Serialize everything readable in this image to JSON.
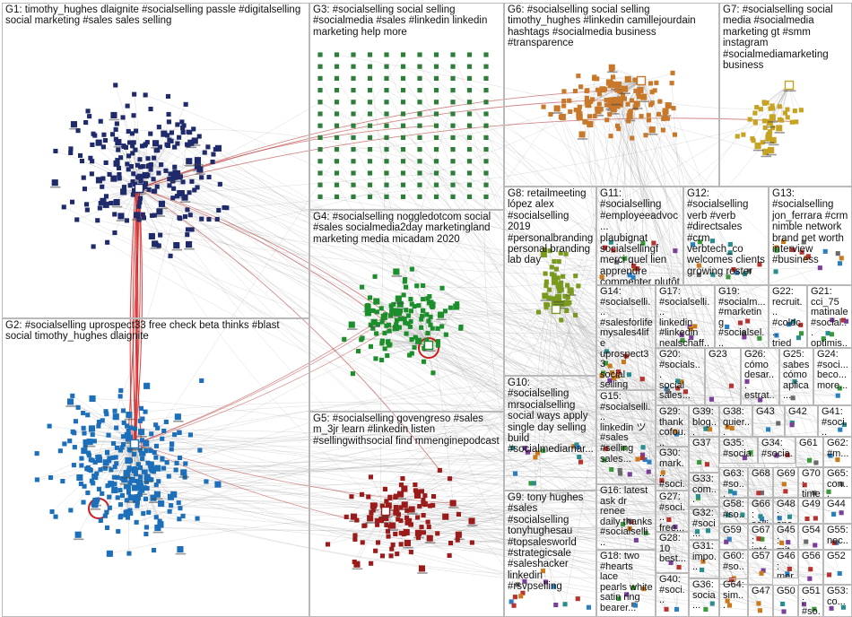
{
  "graph": {
    "node_count": 0,
    "groups": [
      {
        "id": "G1",
        "label": "G1: timothy_hughes dlaignite #socialselling passle #digitalselling\nsocial marketing #sales sales selling",
        "color": "#1f2a6b"
      },
      {
        "id": "G2",
        "label": "G2: #socialselling uprospect33 free check beta thinks #blast\nsocial timothy_hughes dlaignite",
        "color": "#1c6fb8"
      },
      {
        "id": "G3",
        "label": "G3: #socialselling social selling\n#socialmedia #sales #linkedin linkedin\nmarketing help more",
        "color": "#2f7d3a"
      },
      {
        "id": "G4",
        "label": "G4: #socialselling noggledotcom social\n#sales socialmedia2day marketingland\nmarketing media micadam 2020",
        "color": "#1c8f2c"
      },
      {
        "id": "G5",
        "label": "G5: #socialselling govengreso #sales\nm_3jr learn #linkedin listen\n#sellingwithsocial find mmenginepodcast",
        "color": "#9b1b1b"
      },
      {
        "id": "G6",
        "label": "G6: #socialselling social selling\ntimothy_hughes #linkedin camillejourdain\nhashtags #socialmedia business\n#transparence",
        "color": "#c8782a"
      },
      {
        "id": "G7",
        "label": "G7: #socialselling social\nmedia #socialmedia\nmarketing gt #smm\ninstagram\n#socialmediamarketing\nbusiness",
        "color": "#c7a322"
      },
      {
        "id": "G8",
        "label": "G8: retailmeeting\nlópez alex\n#socialselling 2019\n#personalbranding\npersonal branding\nlab day",
        "color": "#7a9a1f"
      },
      {
        "id": "G9",
        "label": "G9: tony hughes\n#sales\n#socialselling\ntonyhughesau\n#topsalesworld\n#strategicsale\n#saleshacker\nlinkedin\n#rsvpselling",
        "color": "#8a2b2b"
      },
      {
        "id": "G10",
        "label": "G10: #socialselling\nmrsocialselling\nsocial ways apply\nsingle day selling\nbuild\n#socialmediamar...",
        "color": "#555555"
      },
      {
        "id": "G11",
        "label": "G11:\n#socialselling\n#employeeadvoc...\nplaubignat\nsocialsellingf\nmerci quel lien\napprendre\ncommenter plutôt",
        "color": "#7a3f99"
      },
      {
        "id": "G12",
        "label": "G12:\n#socialselling\nverb #verb\n#directsales #crm\nverbtech_co\nwelcomes clients\ngrowing roster",
        "color": "#666666"
      },
      {
        "id": "G13",
        "label": "G13:\n#socialselling\njon_ferrara #crm\nnimble network\nbrand net worth\ninterview\n#business",
        "color": "#666666"
      },
      {
        "id": "G14",
        "label": "G14:\n#socialselli...\n#salesforlife\nmysales4life\nuprospect33\nsocial selling\ncompany\n#sales...",
        "color": "#666666"
      },
      {
        "id": "G15",
        "label": "G15:\n#socialselli...\nlinkedin ツ\n#sales\n#selling\nsales...",
        "color": "#666666"
      },
      {
        "id": "G16",
        "label": "G16: latest\nask dr renee\ndaily thanks\n#socialselli...\n#digitalselli...",
        "color": "#666666"
      },
      {
        "id": "G17",
        "label": "G17:\n#socialselli...\nlinkedin\n#linkedin\nnealschaff...",
        "color": "#666666"
      },
      {
        "id": "G18",
        "label": "G18: two\n#hearts lace\npearls white\nsatin ring\nbearer...",
        "color": "#666666"
      },
      {
        "id": "G19",
        "label": "G19:\n#socialm...\n#marketing\n#socialsel...\nbuyers...",
        "color": "#666666"
      },
      {
        "id": "G20",
        "label": "G20:\n#socials...\nsocial\nsales...",
        "color": "#666666"
      },
      {
        "id": "G21",
        "label": "G21:\ncci_75\nmatinale\n#social...\noptimis...",
        "color": "#666666"
      },
      {
        "id": "G22",
        "label": "G22:\nrecruit...\n#coldc...\ntried\ntested...",
        "color": "#666666"
      },
      {
        "id": "G23",
        "label": "G23",
        "color": "#666666"
      },
      {
        "id": "G24",
        "label": "G24:\n#soci...\nbeco...\nmore...",
        "color": "#666666"
      },
      {
        "id": "G25",
        "label": "G25:\nsabes\ncómo\naplica...",
        "color": "#666666"
      },
      {
        "id": "G26",
        "label": "G26:\ncómo\ndesar...\nestrat...",
        "color": "#666666"
      },
      {
        "id": "G27",
        "label": "G27:\n#soci...\nfree...",
        "color": "#666666"
      },
      {
        "id": "G28",
        "label": "G28:\n10\nbest...",
        "color": "#666666"
      },
      {
        "id": "G29",
        "label": "G29:\nthank\ncofou...",
        "color": "#666666"
      },
      {
        "id": "G30",
        "label": "G30:\nmark...\n#soci...",
        "color": "#666666"
      },
      {
        "id": "G31",
        "label": "G31:\nimpo...",
        "color": "#666666"
      },
      {
        "id": "G32",
        "label": "G32:\n#soci...",
        "color": "#666666"
      },
      {
        "id": "G33",
        "label": "G33:\ncom...",
        "color": "#666666"
      },
      {
        "id": "G34",
        "label": "G34:\n#socia...",
        "color": "#666666"
      },
      {
        "id": "G35",
        "label": "G35:\n#socia...",
        "color": "#666666"
      },
      {
        "id": "G36",
        "label": "G36:\nsocia...",
        "color": "#666666"
      },
      {
        "id": "G37",
        "label": "G37",
        "color": "#666666"
      },
      {
        "id": "G38",
        "label": "G38:\nquier...",
        "color": "#666666"
      },
      {
        "id": "G39",
        "label": "G39:\nblog...",
        "color": "#666666"
      },
      {
        "id": "G40",
        "label": "G40:\n#soci...",
        "color": "#666666"
      },
      {
        "id": "G41",
        "label": "G41:\n#soci...",
        "color": "#666666"
      },
      {
        "id": "G42",
        "label": "G42",
        "color": "#666666"
      },
      {
        "id": "G43",
        "label": "G43",
        "color": "#666666"
      },
      {
        "id": "G44",
        "label": "G44",
        "color": "#666666"
      },
      {
        "id": "G45",
        "label": "G45:\nmit...",
        "color": "#666666"
      },
      {
        "id": "G46",
        "label": "G46:\nmer...",
        "color": "#666666"
      },
      {
        "id": "G47",
        "label": "G47",
        "color": "#666666"
      },
      {
        "id": "G48",
        "label": "G48:\nspa...",
        "color": "#666666"
      },
      {
        "id": "G49",
        "label": "G49",
        "color": "#666666"
      },
      {
        "id": "G50",
        "label": "G50",
        "color": "#666666"
      },
      {
        "id": "G51",
        "label": "G51:\n#so...",
        "color": "#666666"
      },
      {
        "id": "G52",
        "label": "G52",
        "color": "#666666"
      },
      {
        "id": "G53",
        "label": "G53:\nco...",
        "color": "#666666"
      },
      {
        "id": "G54",
        "label": "G54",
        "color": "#666666"
      },
      {
        "id": "G55",
        "label": "G55:\nnec...",
        "color": "#666666"
      },
      {
        "id": "G56",
        "label": "G56",
        "color": "#666666"
      },
      {
        "id": "G57",
        "label": "G57",
        "color": "#666666"
      },
      {
        "id": "G58",
        "label": "G58:\n#so...",
        "color": "#666666"
      },
      {
        "id": "G59",
        "label": "G59",
        "color": "#666666"
      },
      {
        "id": "G60",
        "label": "G60:\n#so...",
        "color": "#666666"
      },
      {
        "id": "G61",
        "label": "G61",
        "color": "#666666"
      },
      {
        "id": "G62",
        "label": "G62:\n#m...",
        "color": "#666666"
      },
      {
        "id": "G63",
        "label": "G63:\n#so...",
        "color": "#666666"
      },
      {
        "id": "G64",
        "label": "G64:\nsim...",
        "color": "#666666"
      },
      {
        "id": "G65",
        "label": "G65:\ncon...",
        "color": "#666666"
      },
      {
        "id": "G66",
        "label": "G66:\nselli...",
        "color": "#666666"
      },
      {
        "id": "G67",
        "label": "G67:\ninté...",
        "color": "#666666"
      },
      {
        "id": "G68",
        "label": "G68",
        "color": "#666666"
      },
      {
        "id": "G69",
        "label": "G69",
        "color": "#666666"
      },
      {
        "id": "G70",
        "label": "G70:\ntime...",
        "color": "#666666"
      }
    ],
    "edge_color": "#9a9a9a",
    "highlight_edge_color": "#d11a1a"
  }
}
